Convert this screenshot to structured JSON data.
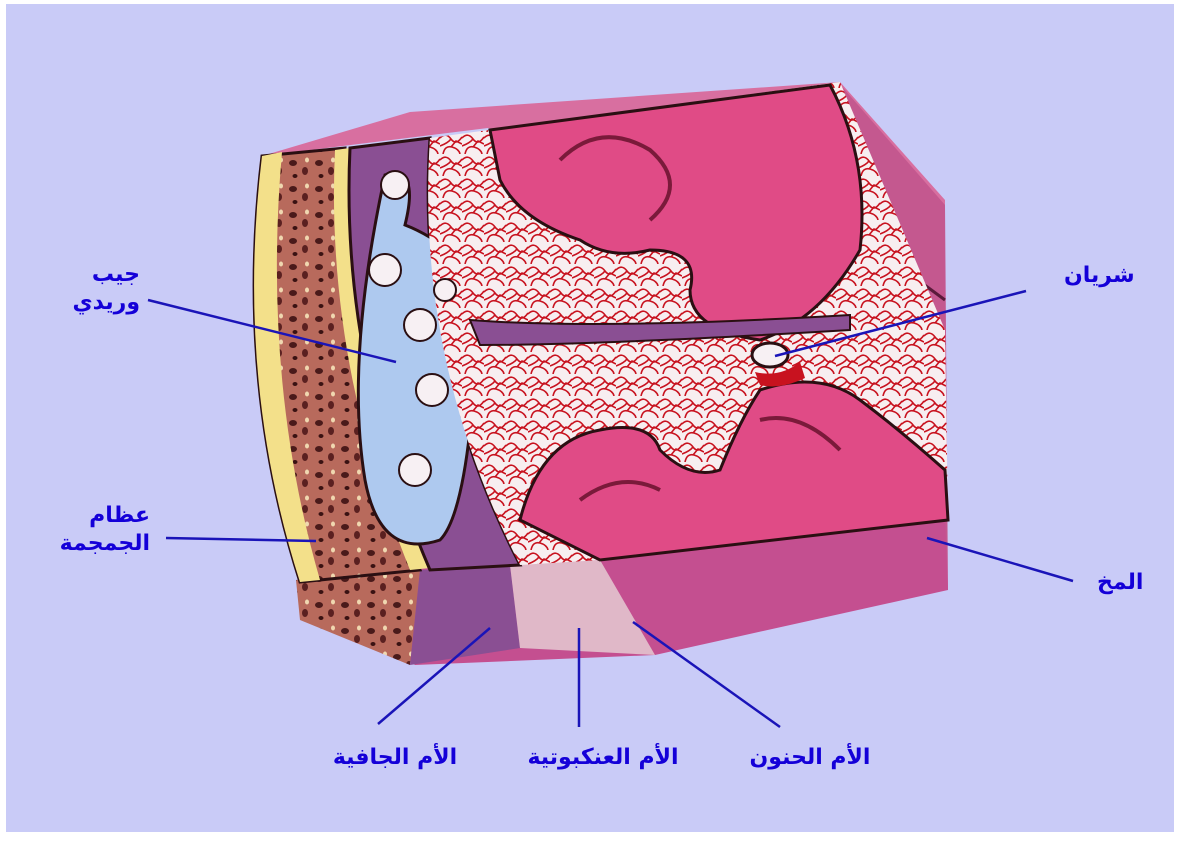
{
  "colors": {
    "background": "#c9cbf7",
    "label": "#1400d8",
    "leader": "#1a14b8",
    "bone": "#f3e08a",
    "dura": "#8a4f93",
    "sinus": "#aec9ef",
    "brain": "#e04b86",
    "vessels": "#c8121f"
  },
  "labels": {
    "venous_sinus": [
      "جيب",
      "وريدي"
    ],
    "skull_bone": [
      "عظام",
      "الجمجمة"
    ],
    "artery": "شريان",
    "brain": "المخ",
    "dura_mater": "الأم الجافية",
    "arachnoid_mater": "الأم العنكبوتية",
    "pia_mater": "الأم الحنون"
  }
}
